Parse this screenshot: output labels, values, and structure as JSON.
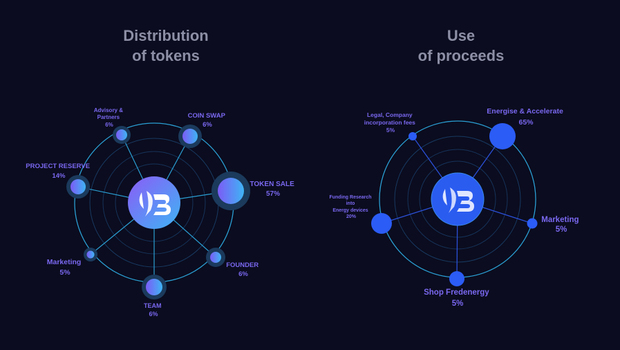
{
  "left": {
    "title_line1": "Distribution",
    "title_line2": "of tokens",
    "nodes": [
      {
        "name": "Advisory & Partners",
        "line1": "Advisory &",
        "line2": "Partners",
        "percent": "6%"
      },
      {
        "name": "COIN SWAP",
        "line1": "COIN SWAP",
        "percent": "6%"
      },
      {
        "name": "PROJECT RESERVE",
        "line1": "PROJECT RESERVE",
        "percent": "14%"
      },
      {
        "name": "TOKEN SALE",
        "line1": "TOKEN SALE",
        "percent": "57%"
      },
      {
        "name": "Marketing",
        "line1": "Marketing",
        "percent": "5%"
      },
      {
        "name": "FOUNDER",
        "line1": "FOUNDER",
        "percent": "6%"
      },
      {
        "name": "TEAM",
        "line1": "TEAM",
        "percent": "6%"
      }
    ]
  },
  "right": {
    "title_line1": "Use",
    "title_line2": "of proceeds",
    "nodes": [
      {
        "name": "Legal, Company incorporation fees",
        "line1": "Legal, Company",
        "line2": "incorporation fees",
        "percent": "5%"
      },
      {
        "name": "Energise & Accelerate",
        "line1": "Energise & Accelerate",
        "percent": "65%"
      },
      {
        "name": "Funding Research into Energy devices",
        "line1": "Funding Research",
        "line2": "into",
        "line3": "Energy devices",
        "percent": "20%"
      },
      {
        "name": "Marketing",
        "line1": "Marketing",
        "percent": "5%"
      },
      {
        "name": "Shop Fredenergy",
        "line1": "Shop Fredenergy",
        "percent": "5%"
      }
    ]
  },
  "colors": {
    "background": "#0b0c1f",
    "title": "#8d8fa6",
    "label": "#7a68f0",
    "ring": "#2aa3d6",
    "node_blue": "#2b5cf5",
    "gradient_start": "#7b5cf6",
    "gradient_end": "#3fb4f5"
  }
}
